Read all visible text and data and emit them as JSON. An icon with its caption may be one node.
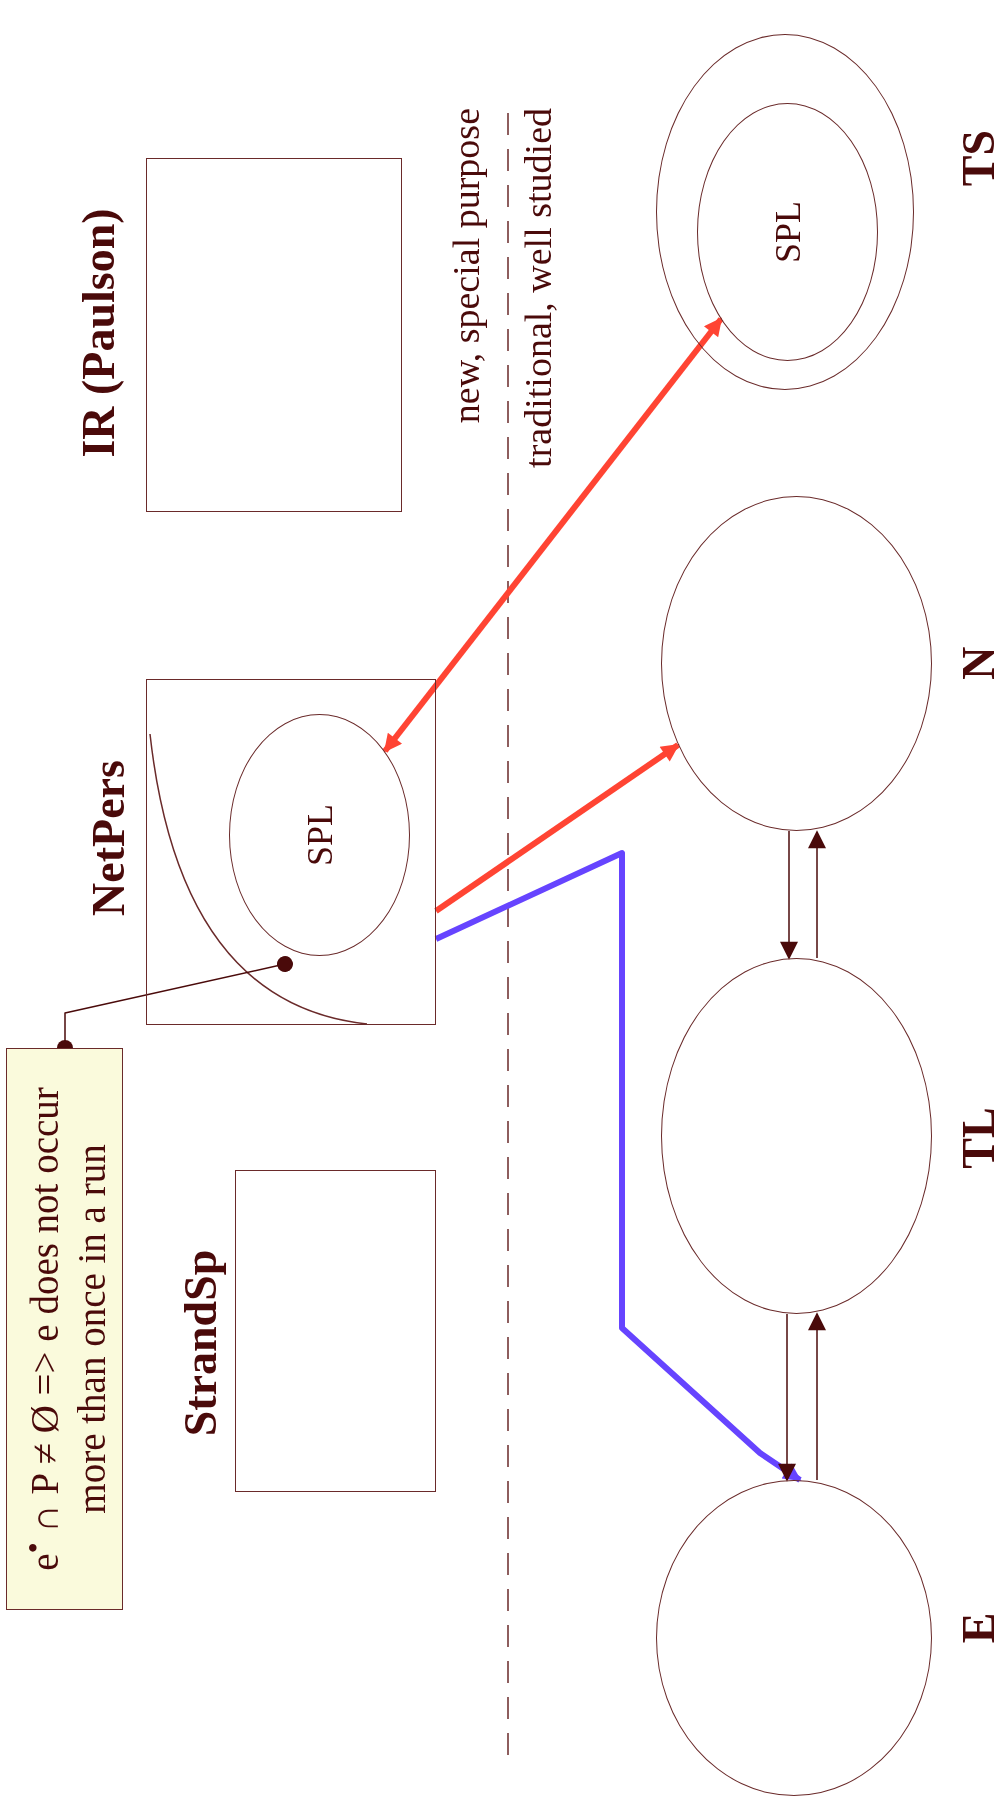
{
  "diagram": {
    "nodes": [
      {
        "text": [
          "**IR** (Paulson)"
        ]
      },
      {
        "text": [
          "NetPers"
        ]
      },
      {
        "text": [
          "SPL"
        ],
        "in": 1
      },
      {
        "text": [],
        "shape": "curve",
        "in": 1
      },
      {
        "text": [
          "StrandSp"
        ]
      },
      {
        "text": [
          "TS"
        ]
      },
      {
        "text": [
          "SPL"
        ],
        "in": 5
      },
      {
        "text": [
          "N"
        ]
      },
      {
        "text": [
          "TL"
        ]
      },
      {
        "text": [
          "E"
        ]
      },
      {
        "text": [
          "e$^{•}$ ∩ P ≠ Ø => e does not occur more than once in a run"
        ]
      }
    ],
    "edges": [
      {
        "from": 2,
        "to": 6,
        "arrow": "both",
        "style": "thick",
        "color": "#ff4433"
      },
      {
        "from": 1,
        "to": 7,
        "arrow": "to",
        "style": "thick",
        "color": "#ff4433"
      },
      {
        "from": 1,
        "to": 9,
        "arrow": "to",
        "style": "thick",
        "color": "#6644ff"
      },
      {
        "from": 7,
        "to": 8,
        "arrow": "to"
      },
      {
        "from": 8,
        "to": 7,
        "arrow": "to"
      },
      {
        "from": 8,
        "to": 9,
        "arrow": "to"
      },
      {
        "from": 9,
        "to": 8,
        "arrow": "to"
      },
      {
        "from": 10,
        "to": 3,
        "arrow": "other"
      }
    ],
    "labels": [
      "new, special purpose",
      "traditional, well studied"
    ]
  }
}
